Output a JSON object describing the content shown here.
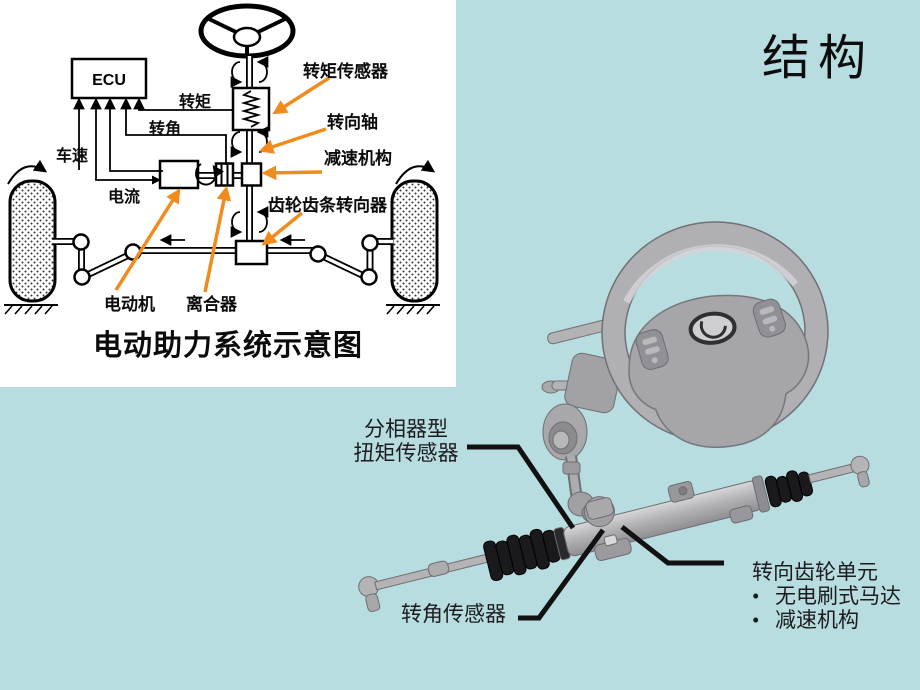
{
  "page": {
    "title": "结构",
    "background_color": "#b8dde1",
    "accent_orange": "#f28b1d"
  },
  "schematic": {
    "caption": "电动助力系统示意图",
    "ecu_label": "ECU",
    "arrow_color": "#f28b1d",
    "labels": {
      "torque_sensor": "转矩传感器",
      "steering_shaft": "转向轴",
      "reduction_mechanism": "减速机构",
      "rack_pinion_gear": "齿轮齿条转向器",
      "torque": "转矩",
      "steering_angle": "转角",
      "vehicle_speed": "车速",
      "current": "电流",
      "motor": "电动机",
      "clutch": "离合器"
    }
  },
  "illustration": {
    "torque_sensor_label_line1": "分相器型",
    "torque_sensor_label_line2": "扭矩传感器",
    "angle_sensor_label": "转角传感器",
    "gear_unit": {
      "title": "转向齿轮单元",
      "bullet": "•",
      "items": [
        "无电刷式马达",
        "减速机构"
      ]
    }
  }
}
